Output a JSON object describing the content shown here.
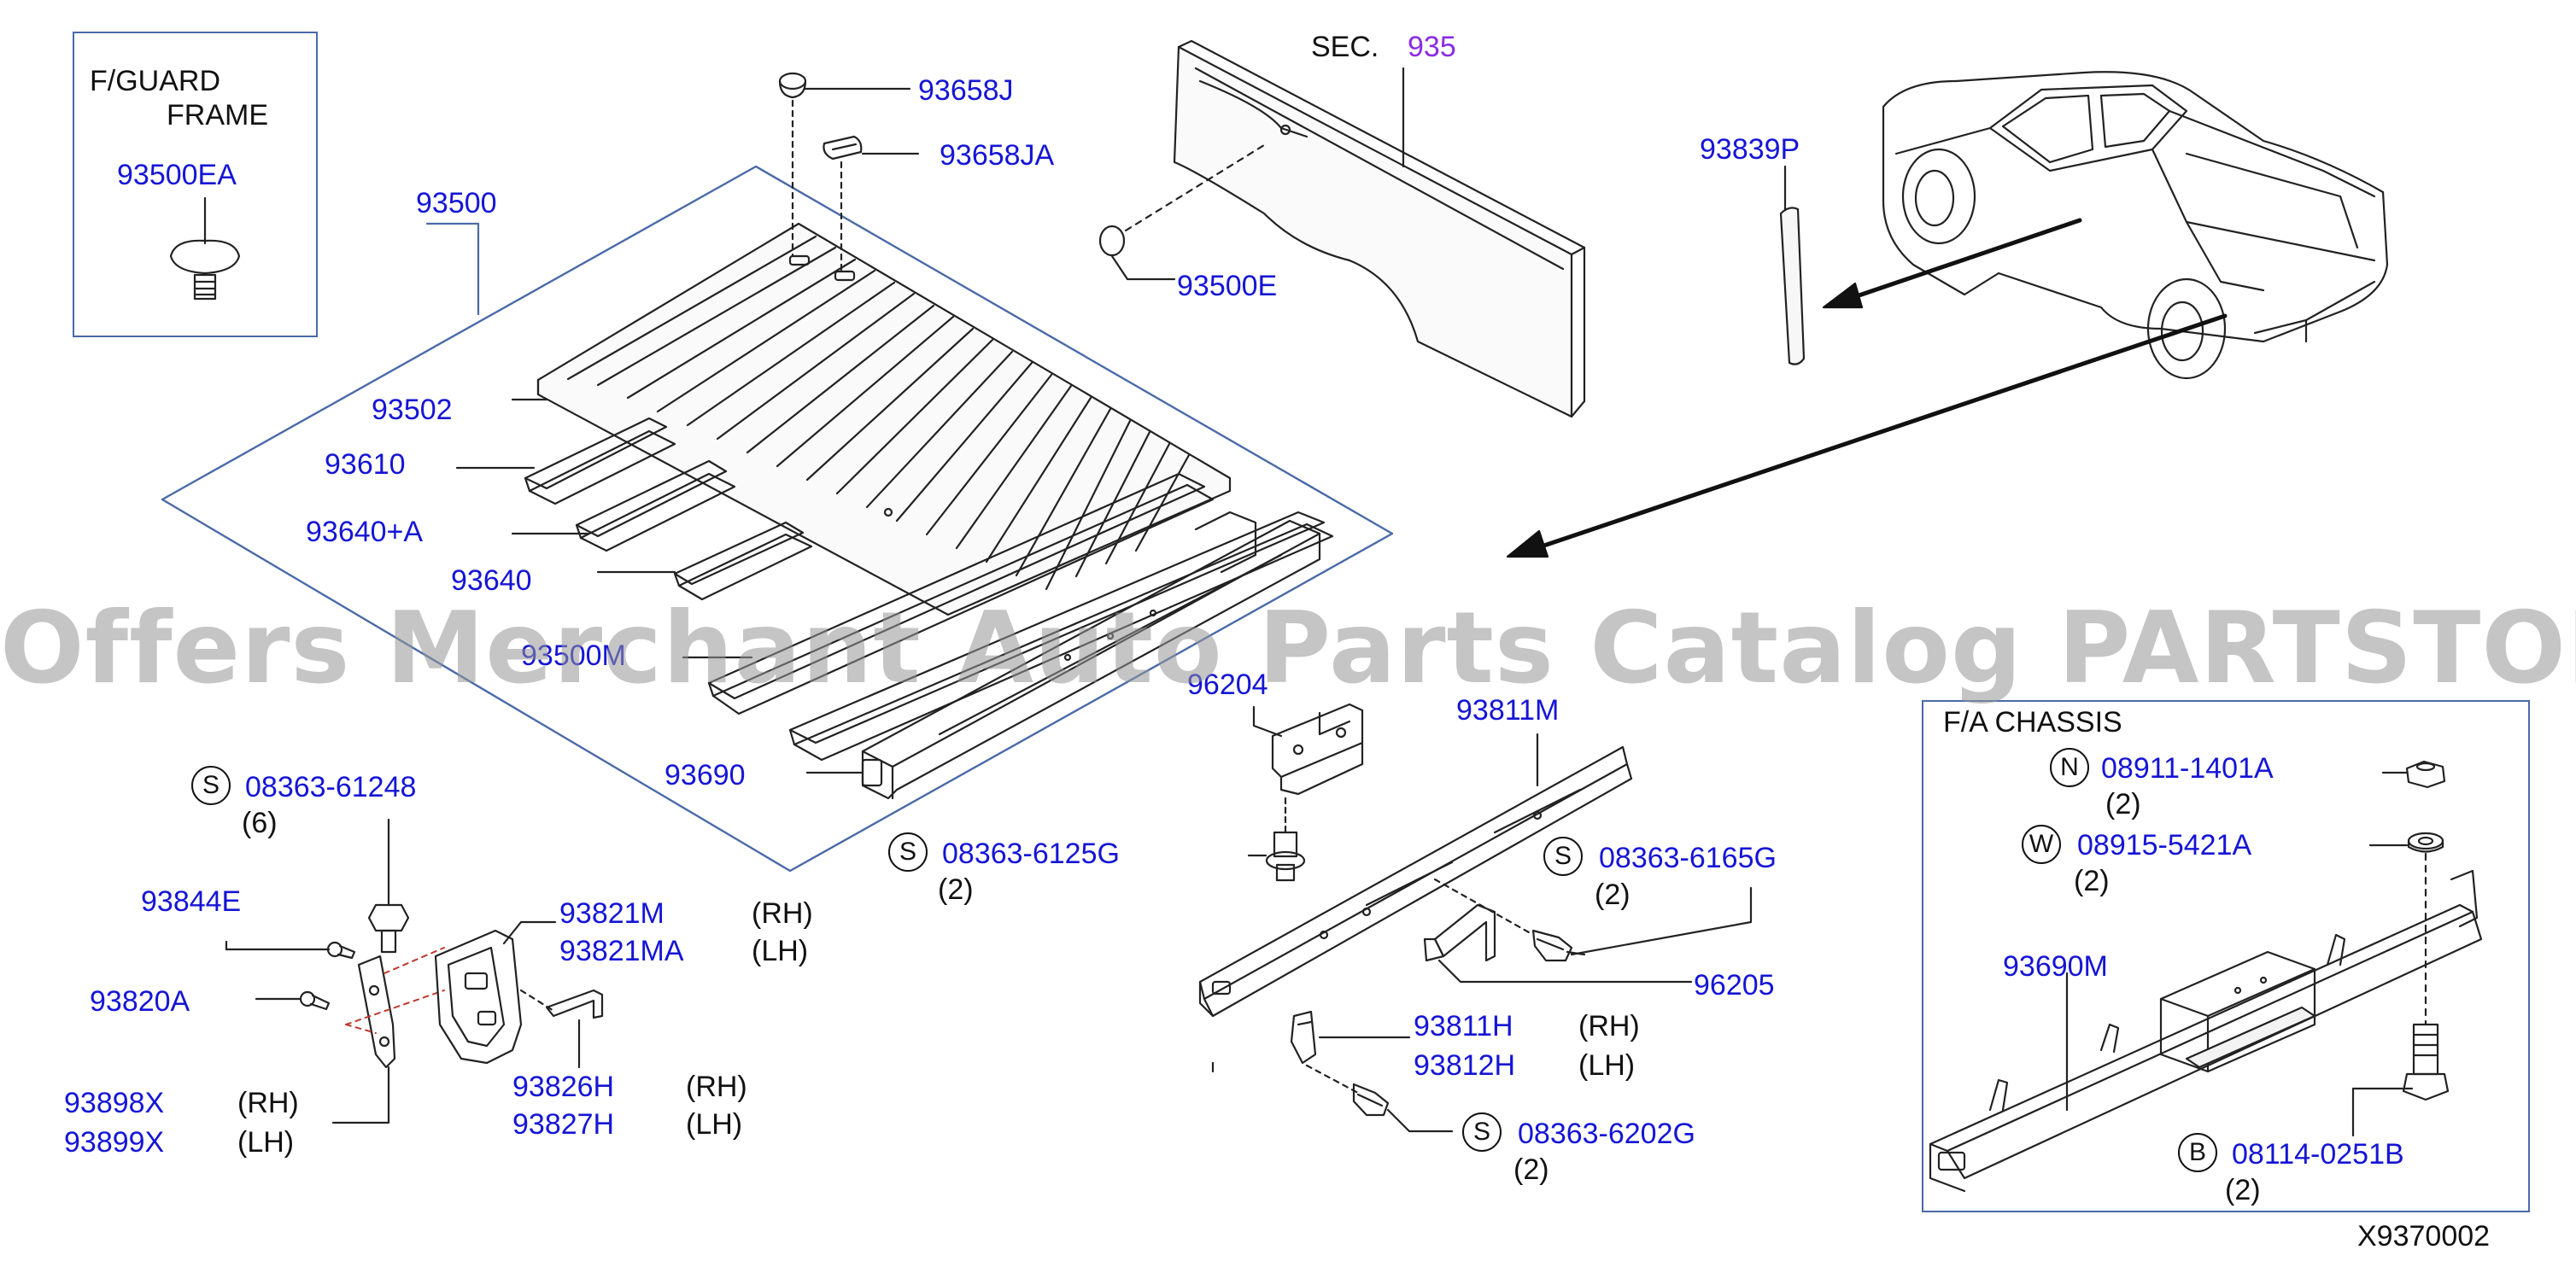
{
  "watermark": "Offers Merchant Auto Parts Catalog PARTSTORE.SA",
  "diagram_code": "X9370002",
  "section_ref": {
    "prefix": "SEC.",
    "number": "935"
  },
  "fguard_box": {
    "title_line1": "F/GUARD",
    "title_line2": "FRAME",
    "part": "93500EA"
  },
  "fa_box": {
    "title": "F/A  CHASSIS",
    "n_symbol": "N",
    "n_part": "08911-1401A",
    "n_qty": "(2)",
    "w_symbol": "W",
    "w_part": "08915-5421A",
    "w_qty": "(2)",
    "frame_part": "93690M",
    "b_symbol": "B",
    "b_part": "08114-0251B",
    "b_qty": "(2)"
  },
  "labels": {
    "p93658J": "93658J",
    "p93658JA": "93658JA",
    "p93500": "93500",
    "p93500E": "93500E",
    "p93839P": "93839P",
    "p93502": "93502",
    "p93610": "93610",
    "p93640A": "93640+A",
    "p93640": "93640",
    "p93500M": "93500M",
    "p93690": "93690",
    "p96204": "96204",
    "p93811M": "93811M",
    "p93844E": "93844E",
    "p93820A": "93820A",
    "p93898X": "93898X",
    "p93899X": "93899X",
    "p93821M": "93821M",
    "p93821MA": "93821MA",
    "p93826H": "93826H",
    "p93827H": "93827H",
    "p96205": "96205",
    "p93811H": "93811H",
    "p93812H": "93812H",
    "rh": "(RH)",
    "lh": "(LH)"
  },
  "screws": [
    {
      "symbol": "S",
      "part": "08363-61248",
      "qty": "(6)"
    },
    {
      "symbol": "S",
      "part": "08363-6125G",
      "qty": "(2)"
    },
    {
      "symbol": "S",
      "part": "08363-6165G",
      "qty": "(2)"
    },
    {
      "symbol": "S",
      "part": "08363-6202G",
      "qty": "(2)"
    }
  ],
  "colors": {
    "part_number": "#1515d6",
    "text": "#111111",
    "section_number": "#8a2be2",
    "frame_line": "#4a6aa8"
  }
}
